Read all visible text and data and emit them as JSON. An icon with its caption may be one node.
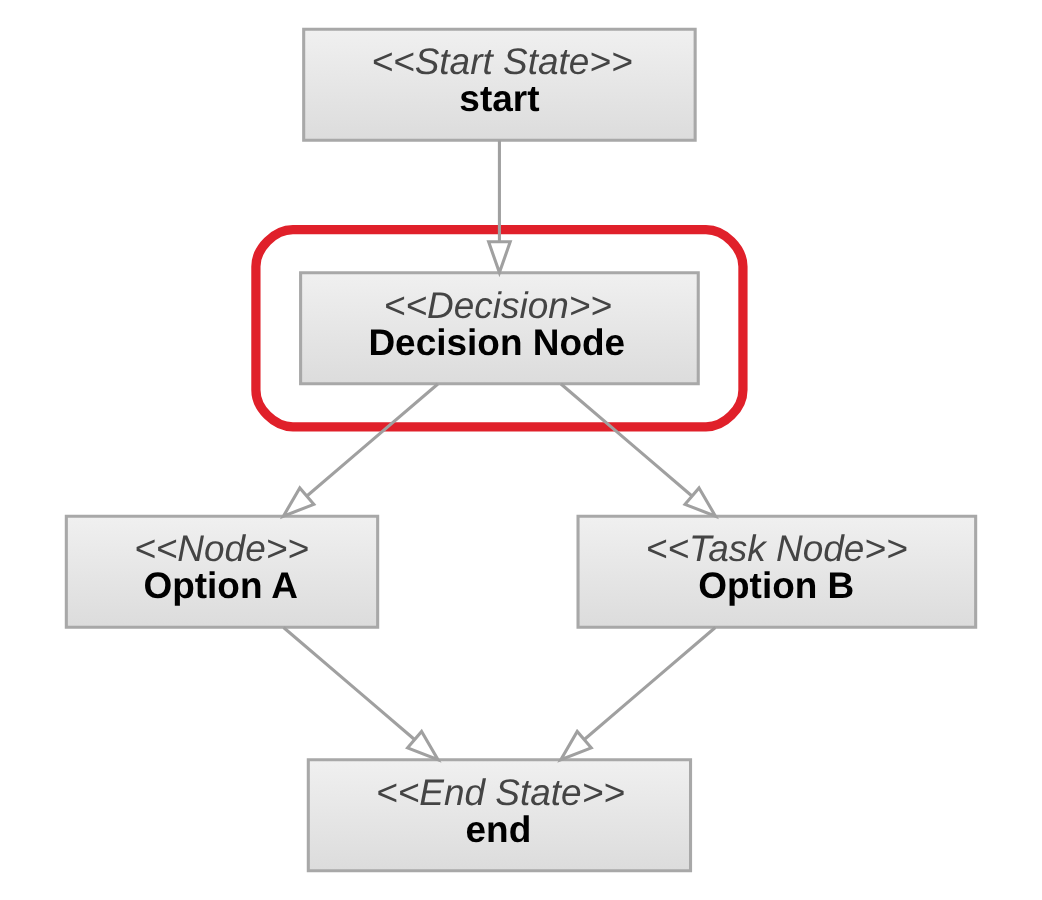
{
  "diagram": {
    "nodes": [
      {
        "text": [
          "<<Start State>>",
          "start"
        ]
      },
      {
        "text": [],
        "shape": "box"
      },
      {
        "text": [
          "<<Decision>>",
          "Decision Node"
        ],
        "in": 1
      },
      {
        "text": [
          "<<Node>>",
          "Option A"
        ]
      },
      {
        "text": [
          "<<Task Node>>",
          "Option B"
        ]
      },
      {
        "text": [
          "<<End State>>",
          "end"
        ]
      }
    ],
    "edges": [
      {
        "from": 0,
        "to": 2,
        "arrow": "to"
      },
      {
        "from": 2,
        "to": 3,
        "arrow": "to"
      },
      {
        "from": 2,
        "to": 4,
        "arrow": "to"
      },
      {
        "from": 3,
        "to": 5,
        "arrow": "to"
      },
      {
        "from": 4,
        "to": 5,
        "arrow": "to"
      }
    ]
  }
}
